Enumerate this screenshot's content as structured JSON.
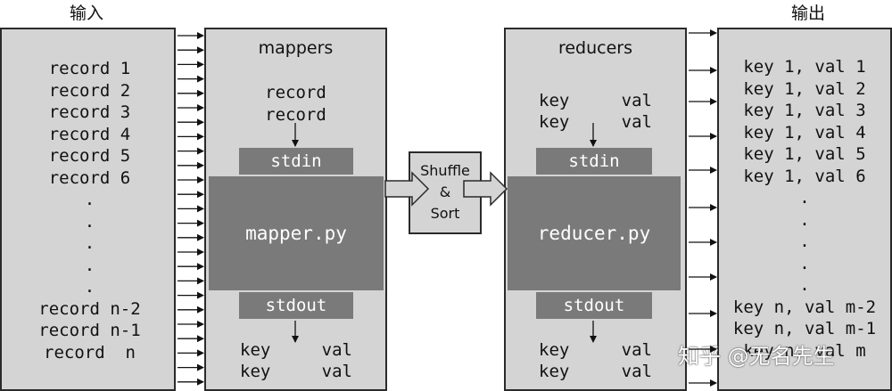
{
  "labels": {
    "input_title": "输入",
    "output_title": "输出",
    "mappers_title": "mappers",
    "reducers_title": "reducers",
    "shuffle_sort": [
      "Shuffle",
      "&",
      "Sort"
    ],
    "watermark": "知乎 @无名先生"
  },
  "input_records": [
    "record 1",
    "record 2",
    "record 3",
    "record 4",
    "record 5",
    "record 6",
    ".",
    ".",
    ".",
    ".",
    ".",
    "record n-2",
    "record n-1",
    "record  n"
  ],
  "mapper": {
    "input_lines": [
      "record",
      "record"
    ],
    "stdin": "stdin",
    "script": "mapper.py",
    "stdout": "stdout",
    "output_pairs": [
      [
        "key",
        "val"
      ],
      [
        "key",
        "val"
      ]
    ]
  },
  "reducer": {
    "input_pairs": [
      [
        "key",
        "val"
      ],
      [
        "key",
        "val"
      ]
    ],
    "stdin": "stdin",
    "script": "reducer.py",
    "stdout": "stdout",
    "output_pairs": [
      [
        "key",
        "val"
      ],
      [
        "key",
        "val"
      ]
    ]
  },
  "output_records": [
    "key 1, val 1",
    "key 1, val 2",
    "key 1, val 3",
    "key 1, val 4",
    "key 1, val 5",
    "key 1, val 6",
    ".",
    ".",
    ".",
    ".",
    ".",
    "key n, val m-2",
    "key n, val m-1",
    "key n, val m"
  ]
}
